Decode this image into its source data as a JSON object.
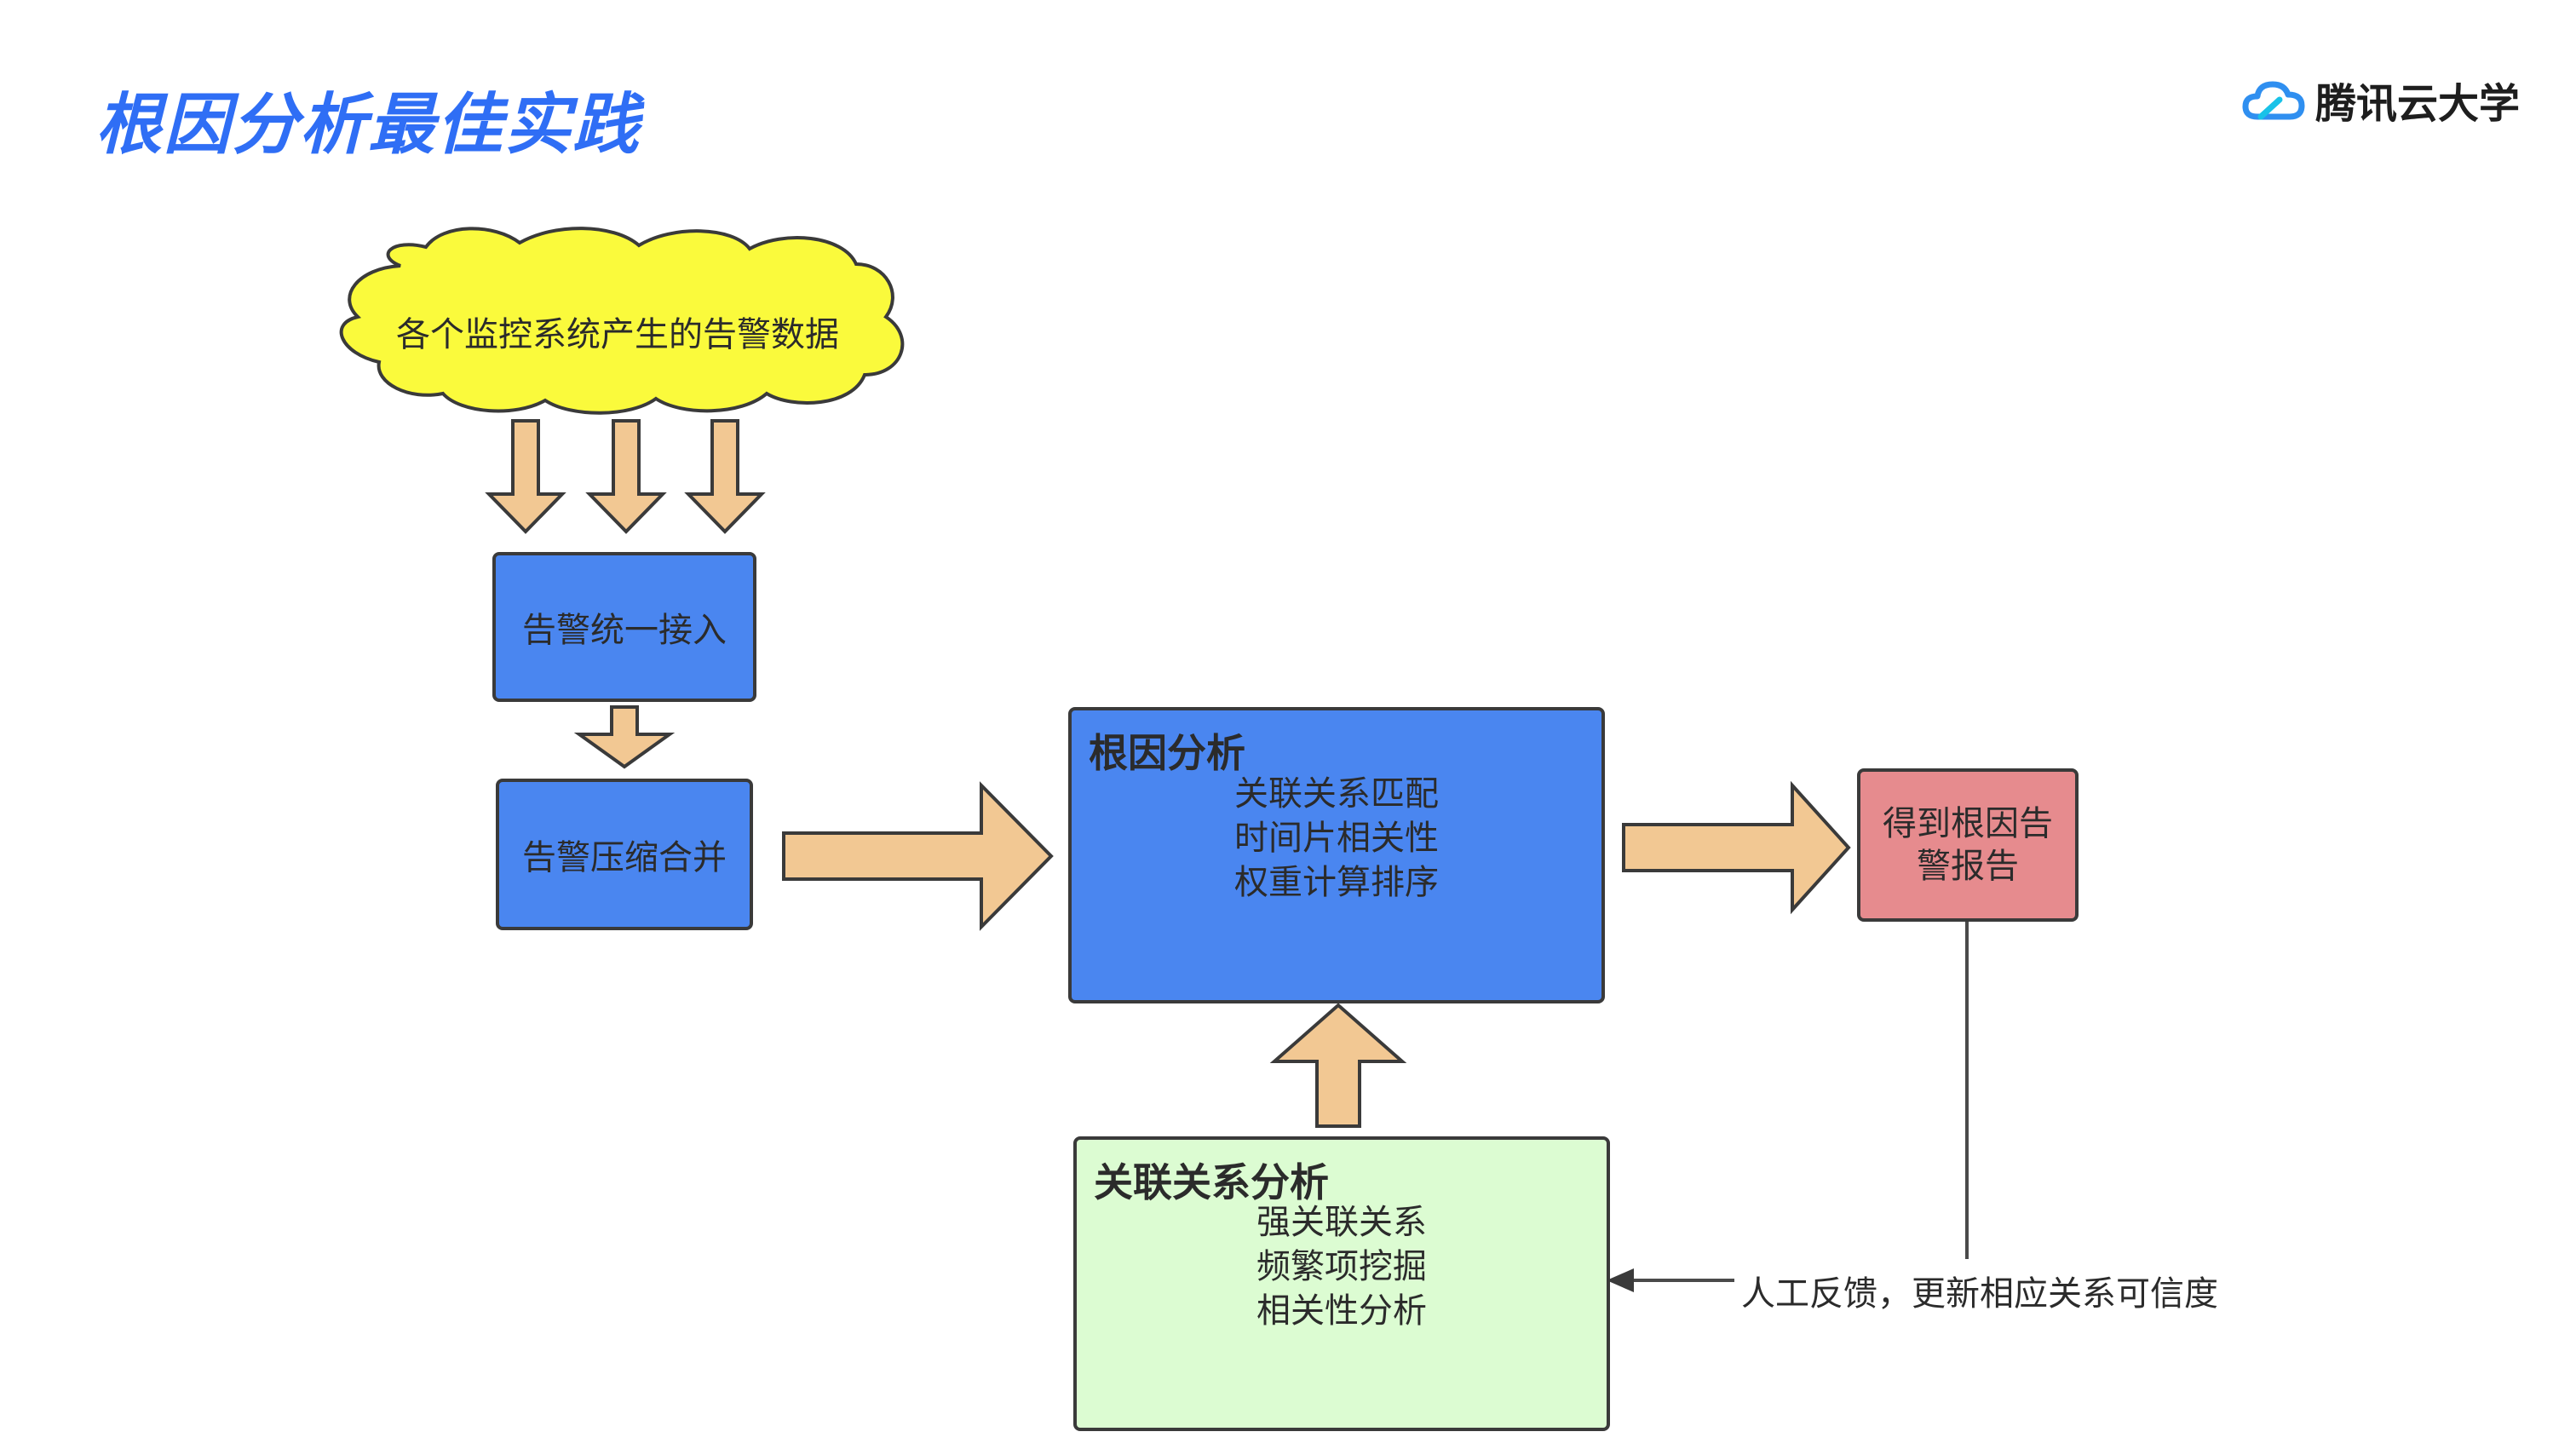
{
  "slide": {
    "title": "根因分析最佳实践",
    "brand": "腾讯云大学"
  },
  "diagram": {
    "source_cloud": "各个监控系统产生的告警数据",
    "step_ingest": "告警统一接入",
    "step_compress": "告警压缩合并",
    "root_cause": {
      "title": "根因分析",
      "items": [
        "关联关系匹配",
        "时间片相关性",
        "权重计算排序"
      ]
    },
    "result": {
      "line1": "得到根因告",
      "line2": "警报告"
    },
    "correlation": {
      "title": "关联关系分析",
      "items": [
        "强关联关系",
        "频繁项挖掘",
        "相关性分析"
      ]
    },
    "feedback": "人工反馈，更新相应关系可信度"
  },
  "colors": {
    "title_blue": "#2f6ef5",
    "box_blue": "#4a86f0",
    "cloud_yellow": "#fafa3c",
    "arrow_fill": "#f2c893",
    "result_pink": "#e68b8e",
    "correlation_green": "#dcfcd2",
    "outline": "#3a3a3a"
  },
  "icons": {
    "brand_logo": "cloud-logo-icon"
  }
}
